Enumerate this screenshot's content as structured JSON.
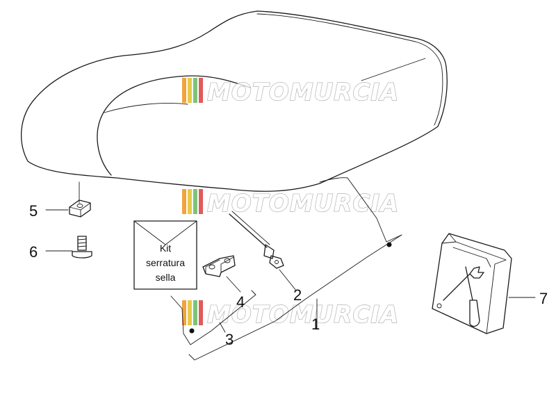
{
  "callouts": {
    "c1": "1",
    "c2": "2",
    "c3": "3",
    "c4": "4",
    "c5": "5",
    "c6": "6",
    "c7": "7"
  },
  "kit_label": {
    "line1": "Kit",
    "line2": "serratura",
    "line3": "sella"
  },
  "watermark": {
    "text": "MOTOMURCIA",
    "colors": [
      "#f2a33a",
      "#e8c94a",
      "#7cc47a",
      "#e25a5a"
    ]
  }
}
